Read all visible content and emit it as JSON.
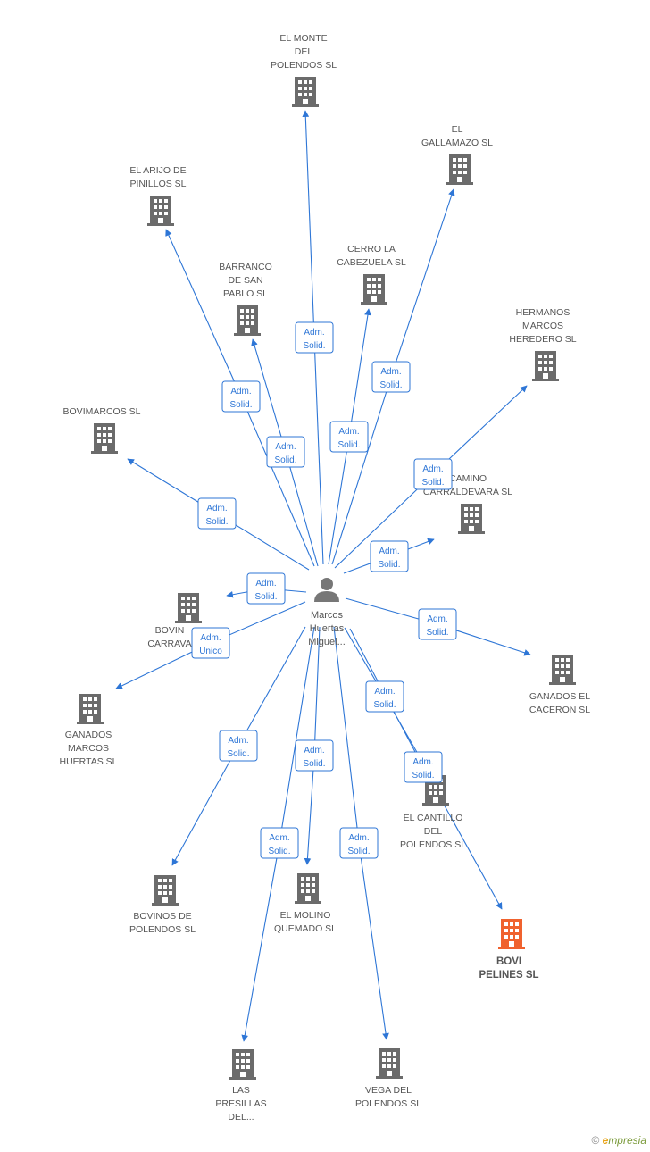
{
  "center": {
    "label_lines": [
      "Marcos",
      "Huertas",
      "Miguel..."
    ],
    "icon": "person-icon"
  },
  "companies": [
    {
      "id": "el-monte",
      "lines": [
        "EL MONTE",
        "DEL",
        "POLENDOS SL"
      ],
      "role": [
        "Adm.",
        "Solid."
      ]
    },
    {
      "id": "el-gallamazo",
      "lines": [
        "EL",
        "GALLAMAZO SL"
      ],
      "role": [
        "Adm.",
        "Solid."
      ]
    },
    {
      "id": "el-arijo",
      "lines": [
        "EL ARIJO DE",
        "PINILLOS SL"
      ],
      "role": [
        "Adm.",
        "Solid."
      ]
    },
    {
      "id": "cerro-la-cabezuela",
      "lines": [
        "CERRO LA",
        "CABEZUELA SL"
      ],
      "role": [
        "Adm.",
        "Solid."
      ]
    },
    {
      "id": "barranco",
      "lines": [
        "BARRANCO",
        "DE SAN",
        "PABLO SL"
      ],
      "role": [
        "Adm.",
        "Solid."
      ]
    },
    {
      "id": "hermanos-marcos",
      "lines": [
        "HERMANOS",
        "MARCOS",
        "HEREDERO SL"
      ],
      "role": [
        "Adm.",
        "Solid."
      ]
    },
    {
      "id": "bovimarcos",
      "lines": [
        "BOVIMARCOS SL"
      ],
      "role": [
        "Adm.",
        "Solid."
      ]
    },
    {
      "id": "camino",
      "lines": [
        "CAMINO",
        "CARRALDEVARA SL"
      ],
      "role": [
        "Adm.",
        "Solid."
      ]
    },
    {
      "id": "bovin-carrava",
      "lines": [
        "BOVIN",
        "CARRAVA"
      ],
      "role": [
        "Adm.",
        "Solid."
      ]
    },
    {
      "id": "ganados-caceron",
      "lines": [
        "GANADOS EL",
        "CACERON SL"
      ],
      "role": [
        "Adm.",
        "Solid."
      ]
    },
    {
      "id": "ganados-marcos",
      "lines": [
        "GANADOS",
        "MARCOS",
        "HUERTAS SL"
      ],
      "role": [
        "Adm.",
        "Unico"
      ]
    },
    {
      "id": "el-cantillo",
      "lines": [
        "EL CANTILLO",
        "DEL",
        "POLENDOS SL"
      ],
      "role": [
        "Adm.",
        "Solid."
      ]
    },
    {
      "id": "bovinos-polendos",
      "lines": [
        "BOVINOS DE",
        "POLENDOS SL"
      ],
      "role": [
        "Adm.",
        "Solid."
      ]
    },
    {
      "id": "el-molino",
      "lines": [
        "EL MOLINO",
        "QUEMADO SL"
      ],
      "role": [
        "Adm.",
        "Solid."
      ]
    },
    {
      "id": "bovi-pelines",
      "lines": [
        "BOVI",
        "PELINES SL"
      ],
      "role": [
        "Adm.",
        "Solid."
      ],
      "highlight": true
    },
    {
      "id": "las-presillas",
      "lines": [
        "LAS",
        "PRESILLAS",
        "DEL..."
      ],
      "role": [
        "Adm.",
        "Solid."
      ]
    },
    {
      "id": "vega-polendos",
      "lines": [
        "VEGA DEL",
        "POLENDOS SL"
      ],
      "role": [
        "Adm.",
        "Solid."
      ]
    }
  ],
  "colors": {
    "edge": "#2e76d6",
    "building": "#6b6b6b",
    "highlight": "#f0622e",
    "person": "#777777"
  },
  "watermark": {
    "symbol": "©",
    "brand_initial": "e",
    "brand_rest": "mpresia"
  }
}
